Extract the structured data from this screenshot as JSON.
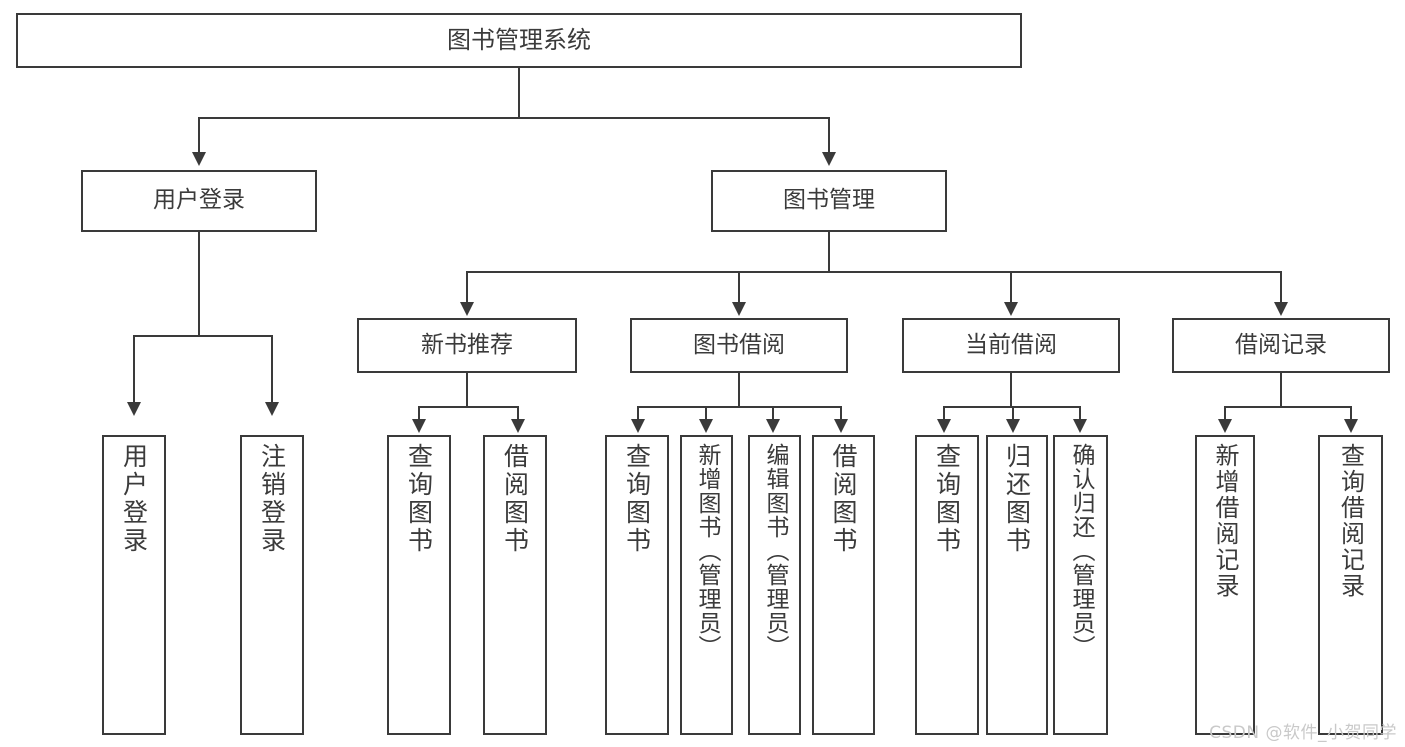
{
  "diagram": {
    "type": "tree",
    "title": "图书管理系统",
    "root": {
      "label": "图书管理系统"
    },
    "level2": [
      {
        "label": "用户登录"
      },
      {
        "label": "图书管理"
      }
    ],
    "level3": [
      {
        "label": "新书推荐"
      },
      {
        "label": "图书借阅"
      },
      {
        "label": "当前借阅"
      },
      {
        "label": "借阅记录"
      }
    ],
    "leaves": {
      "user_login": [
        {
          "label": "用户登录"
        },
        {
          "label": "注销登录"
        }
      ],
      "new_book": [
        {
          "label": "查询图书"
        },
        {
          "label": "借阅图书"
        }
      ],
      "book_borrow": [
        {
          "label": "查询图书"
        },
        {
          "label": "新增图书（管理员）"
        },
        {
          "label": "编辑图书（管理员）"
        },
        {
          "label": "借阅图书"
        }
      ],
      "current_borrow": [
        {
          "label": "查询图书"
        },
        {
          "label": "归还图书"
        },
        {
          "label": "确认归还（管理员）"
        }
      ],
      "borrow_record": [
        {
          "label": "新增借阅记录"
        },
        {
          "label": "查询借阅记录"
        }
      ]
    }
  },
  "watermark": {
    "text": "CSDN @软件_小贺同学"
  },
  "colors": {
    "stroke": "#3a3a3a",
    "text": "#3b3b3b",
    "background": "#ffffff",
    "watermark": "#c9c9c9"
  }
}
